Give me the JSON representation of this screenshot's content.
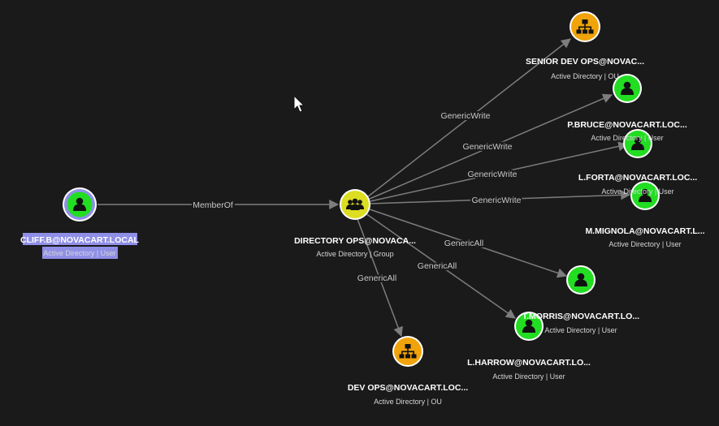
{
  "colors": {
    "background": "#1a1a1b",
    "user_node": "#22dd22",
    "group_node": "#dddd22",
    "ou_node": "#f0a30a",
    "selected_ring": "#8f8fe8",
    "edge": "#7d7d7d"
  },
  "nodes": {
    "cliff": {
      "label": "CLIFF.B@NOVACART.LOCAL",
      "sub": "Active Directory | User",
      "icon": "user-icon"
    },
    "directory_ops": {
      "label": "DIRECTORY OPS@NOVACA...",
      "sub": "Active Directory | Group",
      "icon": "group-icon"
    },
    "senior_dev_ops": {
      "label": "SENIOR DEV OPS@NOVAC...",
      "sub": "Active Directory | OU",
      "icon": "ou-icon"
    },
    "pbruce": {
      "label": "P.BRUCE@NOVACART.LOC...",
      "sub": "Active Directory | User",
      "icon": "user-icon"
    },
    "lforta": {
      "label": "L.FORTA@NOVACART.LOC...",
      "sub": "Active Directory | User",
      "icon": "user-icon"
    },
    "mmignola": {
      "label": "M.MIGNOLA@NOVACART.L...",
      "sub": "Active Directory | User",
      "icon": "user-icon"
    },
    "tmorris": {
      "label": "T.MORRIS@NOVACART.LO...",
      "sub": "Active Directory | User",
      "icon": "user-icon"
    },
    "lharrow": {
      "label": "L.HARROW@NOVACART.LO...",
      "sub": "Active Directory | User",
      "icon": "user-icon"
    },
    "dev_ops": {
      "label": "DEV OPS@NOVACART.LOC...",
      "sub": "Active Directory | OU",
      "icon": "ou-icon"
    }
  },
  "edges": {
    "memberof": "MemberOf",
    "gw_senior": "GenericWrite",
    "gw_pbruce": "GenericWrite",
    "gw_lforta": "GenericWrite",
    "gw_mmignola": "GenericWrite",
    "ga_tmorris": "GenericAll",
    "ga_lharrow": "GenericAll",
    "ga_devops": "GenericAll"
  },
  "cursor_icon": "mouse-pointer-icon"
}
